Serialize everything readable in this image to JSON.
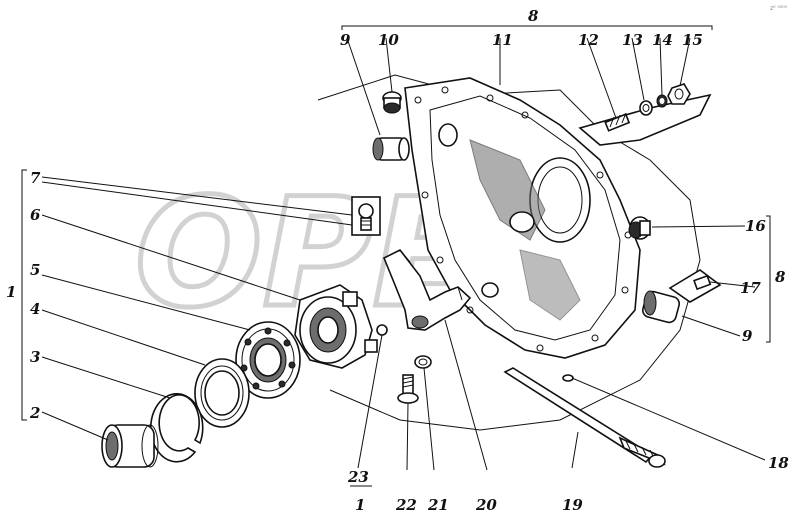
{
  "watermark": "OPEX",
  "corner_mark": "z⁰ ⁰⁰⁰⁰",
  "labels": {
    "n1": "1",
    "n2": "2",
    "n3": "3",
    "n4": "4",
    "n5": "5",
    "n6": "6",
    "n7": "7",
    "n8_top": "8",
    "n8_right": "8",
    "n9_top": "9",
    "n9_right": "9",
    "n10": "10",
    "n11": "11",
    "n12": "12",
    "n13": "13",
    "n14": "14",
    "n15": "15",
    "n16": "16",
    "n17": "17",
    "n18": "18",
    "n19": "19",
    "n20": "20",
    "n21": "21",
    "n22": "22",
    "n23": "23",
    "n1_bottom": "1"
  }
}
